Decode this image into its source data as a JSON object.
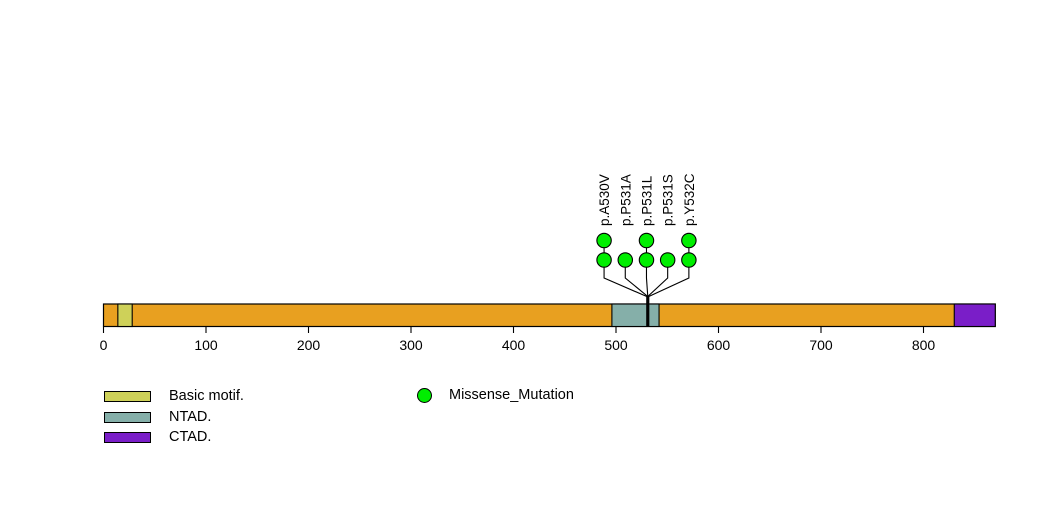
{
  "chart_data": {
    "type": "lollipop",
    "title": "",
    "xlabel": "",
    "protein_length": 870,
    "axis_ticks": [
      0,
      100,
      200,
      300,
      400,
      500,
      600,
      700,
      800
    ],
    "bar_color": "#E8A020",
    "outline_color": "#000000",
    "domains": [
      {
        "name": "Basic motif.",
        "start": 14,
        "end": 28,
        "color": "#CED159"
      },
      {
        "name": "NTAD.",
        "start": 496,
        "end": 542,
        "color": "#85AFA9"
      },
      {
        "name": "CTAD.",
        "start": 830,
        "end": 870,
        "color": "#7A1EC8"
      }
    ],
    "mutations": [
      {
        "label": "p.A530V",
        "position": 530,
        "count": 2,
        "type": "Missense_Mutation"
      },
      {
        "label": "p.P531A",
        "position": 531,
        "count": 1,
        "type": "Missense_Mutation"
      },
      {
        "label": "p.P531L",
        "position": 531,
        "count": 2,
        "type": "Missense_Mutation"
      },
      {
        "label": "p.P531S",
        "position": 531,
        "count": 1,
        "type": "Missense_Mutation"
      },
      {
        "label": "p.Y532C",
        "position": 532,
        "count": 2,
        "type": "Missense_Mutation"
      }
    ],
    "mutation_type_colors": {
      "Missense_Mutation": "#00EE00"
    },
    "legend_position": "bottom-left",
    "grid": false
  },
  "legend": {
    "domains": [
      {
        "label": "Basic motif.",
        "color": "#CED159"
      },
      {
        "label": "NTAD.",
        "color": "#85AFA9"
      },
      {
        "label": "CTAD.",
        "color": "#7A1EC8"
      }
    ],
    "mutation_types": [
      {
        "label": "Missense_Mutation",
        "color": "#00EE00"
      }
    ]
  }
}
